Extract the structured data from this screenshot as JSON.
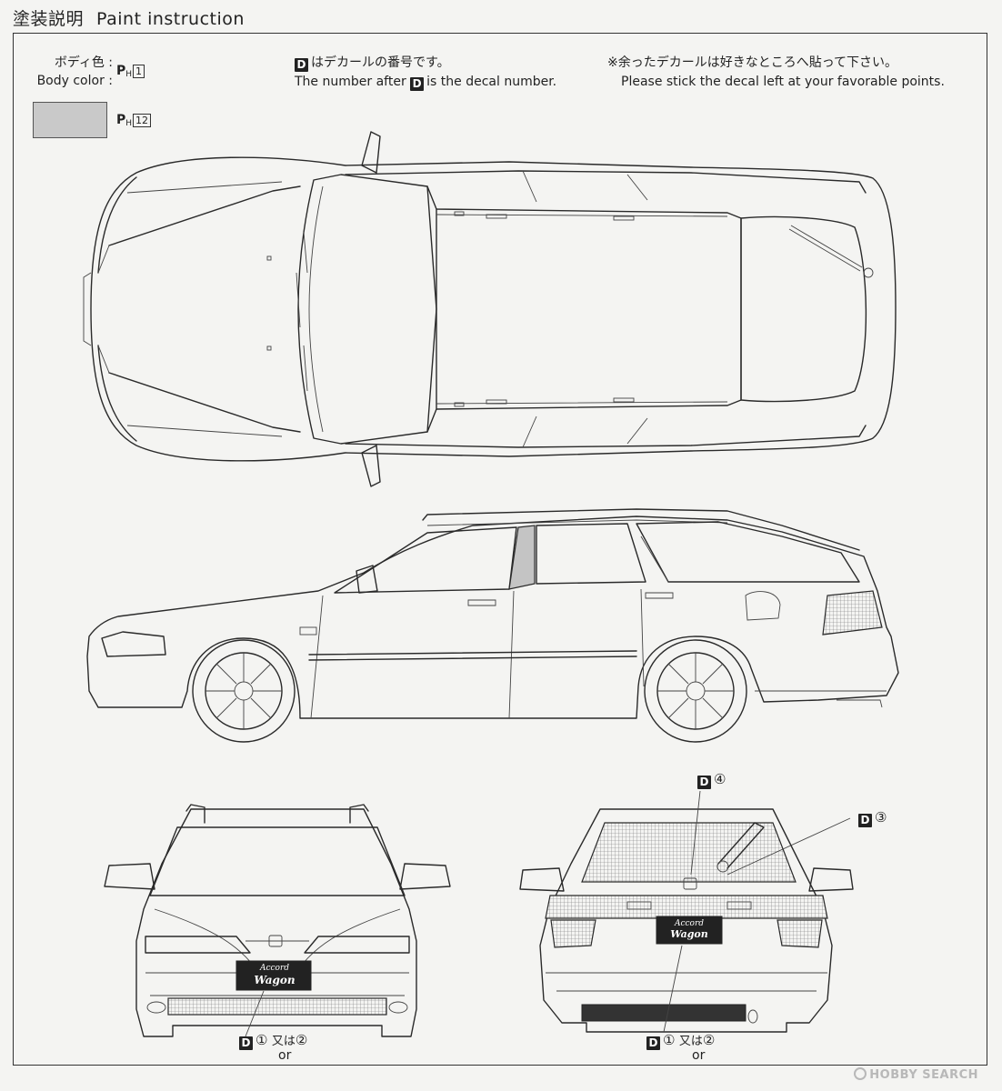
{
  "header": {
    "title_ja": "塗装説明",
    "title_en": "Paint instruction"
  },
  "body_color": {
    "label_ja": "ボディ色 :",
    "label_en": "Body color :",
    "paint_code": "1",
    "swatch_color": "#c9c9c9",
    "swatch_paint_code": "12"
  },
  "paint_prefix": {
    "p": "P",
    "h": "H"
  },
  "decal_note": {
    "d_symbol": "D",
    "line_ja": "はデカールの番号です。",
    "line_en_before": "The number after",
    "line_en_after": "is the decal number."
  },
  "leftover_note": {
    "line_ja": "※余ったデカールは好きなところへ貼って下さい。",
    "line_en": "Please stick the decal left at your favorable points."
  },
  "decal_callouts": {
    "rear_top": {
      "d": "D",
      "num": "④"
    },
    "rear_right": {
      "d": "D",
      "num": "③"
    },
    "front_plate": {
      "d": "D",
      "num1": "①",
      "mata_ha": "又は",
      "num2": "②",
      "or": "or"
    },
    "rear_plate": {
      "d": "D",
      "num1": "①",
      "mata_ha": "又は",
      "num2": "②",
      "or": "or"
    }
  },
  "plate_text": {
    "line1": "Accord",
    "line2": "Wagon"
  },
  "watermark": "HOBBY SEARCH",
  "colors": {
    "line": "#2a2a2a",
    "shade": "#c4c4c4",
    "paper": "#f4f4f2"
  }
}
